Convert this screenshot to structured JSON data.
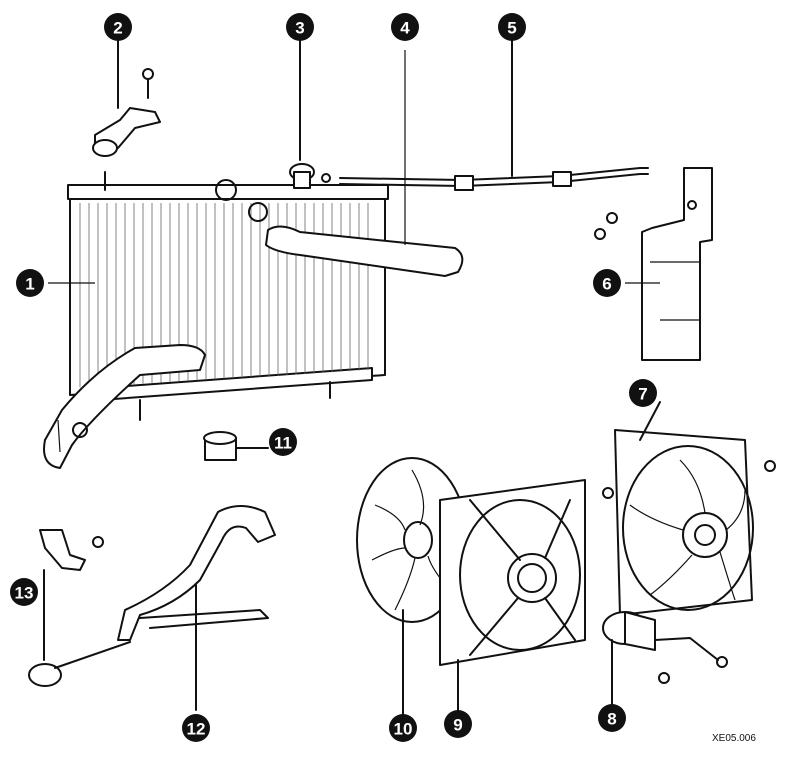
{
  "callouts": [
    {
      "id": "1",
      "label": "1"
    },
    {
      "id": "2",
      "label": "2"
    },
    {
      "id": "3",
      "label": "3"
    },
    {
      "id": "4",
      "label": "4"
    },
    {
      "id": "5",
      "label": "5"
    },
    {
      "id": "6",
      "label": "6"
    },
    {
      "id": "7",
      "label": "7"
    },
    {
      "id": "8",
      "label": "8"
    },
    {
      "id": "9",
      "label": "9"
    },
    {
      "id": "10",
      "label": "10"
    },
    {
      "id": "11",
      "label": "11"
    },
    {
      "id": "12",
      "label": "12"
    },
    {
      "id": "13",
      "label": "13"
    }
  ],
  "figure_code": "XE05.006"
}
